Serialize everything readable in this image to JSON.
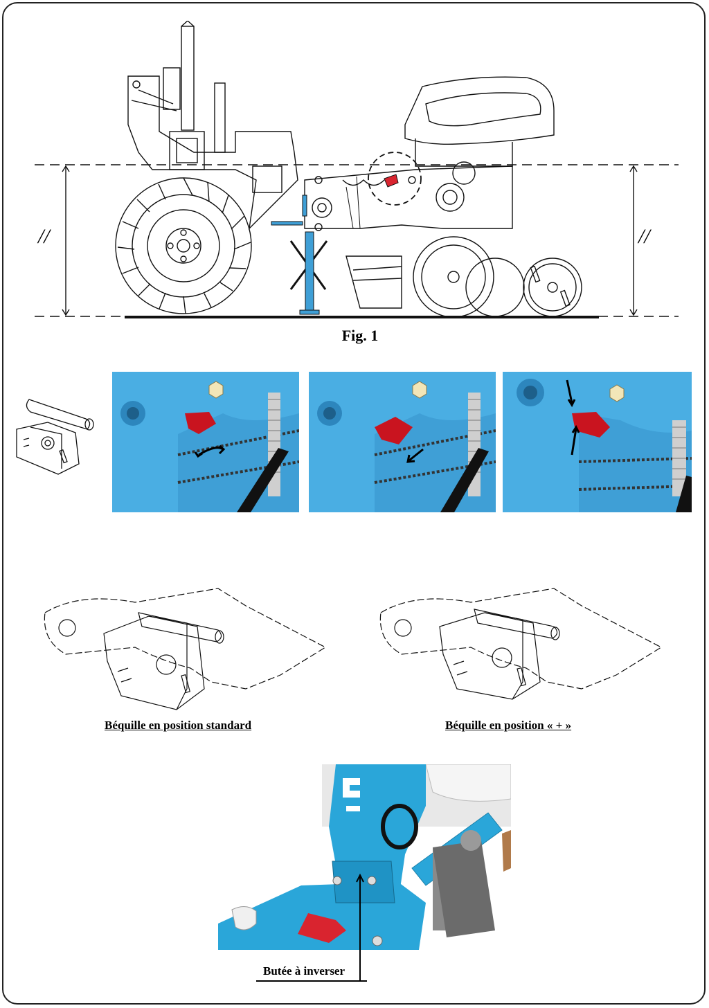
{
  "figure": {
    "caption": "Fig. 1",
    "dimension_mark_left": "//",
    "dimension_mark_right": "//"
  },
  "positions": {
    "standard_label": "Béquille en position standard",
    "plus_label": "Béquille en position « + »"
  },
  "detail": {
    "callout": "Butée à inverser"
  },
  "colors": {
    "machine_blue": "#3f9fd6",
    "part_red": "#d9242f",
    "line": "#111111"
  }
}
